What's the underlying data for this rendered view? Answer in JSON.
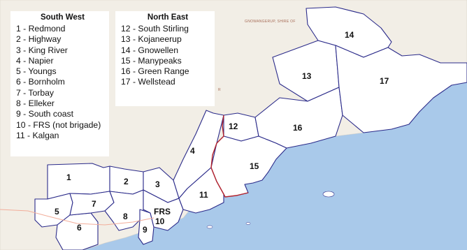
{
  "legends": {
    "south_west": {
      "title": "South West",
      "items": [
        "1 - Redmond",
        "2 - Highway",
        "3 - King River",
        "4 - Napier",
        "5 - Youngs",
        "6 - Bornholm",
        "7 - Torbay",
        "8 - Elleker",
        "9 - South coast",
        "10 - FRS (not brigade)",
        "11 - Kalgan"
      ]
    },
    "north_east": {
      "title": "North East",
      "items": [
        "12 - South Stirling",
        "13 -  Kojaneerup",
        "14 - Gnowellen",
        "15 - Manypeaks",
        "16 - Green Range",
        "17 - Wellstead"
      ]
    }
  },
  "zones": {
    "z1": "1",
    "z2": "2",
    "z3": "3",
    "z4": "4",
    "z5": "5",
    "z6": "6",
    "z7": "7",
    "z8": "8",
    "z9": "9",
    "z10": "10",
    "frs": "FRS",
    "z11": "11",
    "z12": "12",
    "z13": "13",
    "z14": "14",
    "z15": "15",
    "z16": "16",
    "z17": "17"
  },
  "place_labels": {
    "top": "GNOWANGERUP, SHIRE OF",
    "side": "R"
  },
  "colors": {
    "ocean": "#a9c9ea",
    "zone_fill": "#ffffff",
    "outside_land": "#f2eee6",
    "zone_border": "#2b2b8a",
    "south_west_north_east_divider": "#b5232c",
    "coast_road": "#f2ad9a"
  }
}
